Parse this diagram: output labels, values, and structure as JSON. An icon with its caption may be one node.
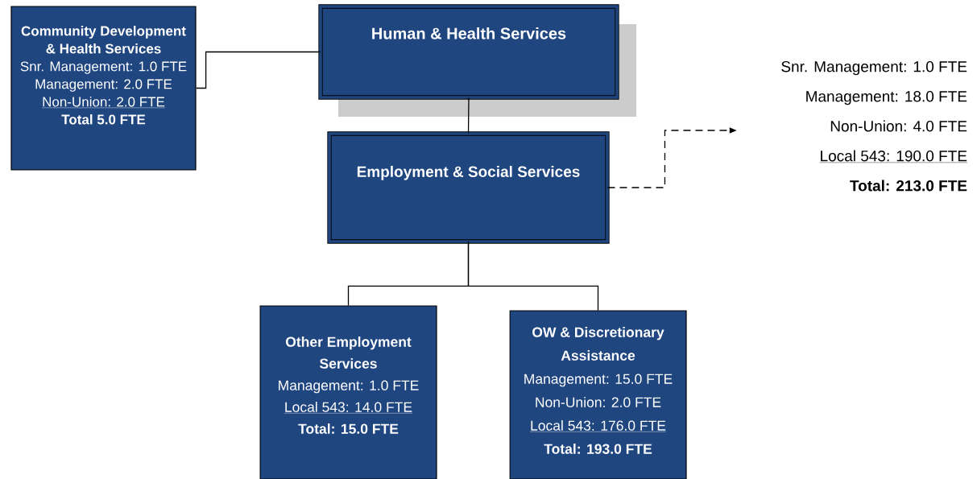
{
  "diagram": {
    "nodes": [
      {
        "text": [
          "Community Development & Health Services",
          "Snr. Management: 1.0 FTE",
          "Management: 2.0 FTE",
          "Non-Union: 2.0 FTE",
          "Total 5.0 FTE"
        ]
      },
      {
        "text": [
          "Human & Health Services"
        ]
      },
      {
        "text": [
          "Employment & Social Services"
        ]
      },
      {
        "text": [
          "Other Employment Services",
          "Management: 1.0 FTE",
          "Local 543: 14.0 FTE",
          "Total: 15.0 FTE"
        ]
      },
      {
        "text": [
          "OW & Discretionary Assistance",
          "Management: 15.0 FTE",
          "Non-Union: 2.0 FTE",
          "Local 543: 176.0 FTE",
          "Total: 193.0 FTE"
        ]
      },
      {
        "text": [
          "Snr. Management: 1.0 FTE",
          "Management: 18.0 FTE",
          "Non-Union: 4.0 FTE",
          "Local 543: 190.0 FTE",
          "Total: 213.0 FTE"
        ]
      }
    ],
    "edges": [
      {
        "from": 0,
        "to": 1,
        "arrow": "none"
      },
      {
        "from": 1,
        "to": 2,
        "arrow": "none"
      },
      {
        "from": 2,
        "to": 3,
        "arrow": "none"
      },
      {
        "from": 2,
        "to": 4,
        "arrow": "none"
      },
      {
        "from": 2,
        "to": 5,
        "arrow": "to",
        "style": "dashed"
      }
    ]
  }
}
